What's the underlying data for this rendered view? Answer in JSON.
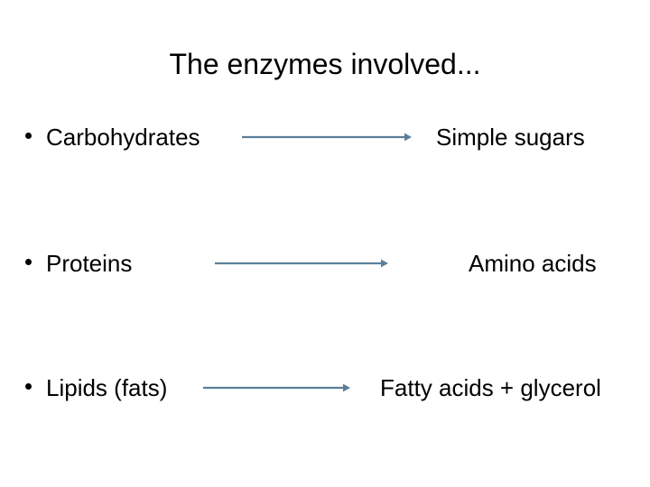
{
  "slide": {
    "title": "The enzymes involved...",
    "background_color": "#ffffff",
    "text_color": "#000000",
    "arrow_color": "#5b7f9b",
    "rows": [
      {
        "substrate": "Carbohydrates",
        "arrow": "arrow-right",
        "product": "Simple sugars"
      },
      {
        "substrate": "Proteins",
        "arrow": "arrow-right",
        "product": "Amino acids"
      },
      {
        "substrate": "Lipids (fats)",
        "arrow": "arrow-right",
        "product": "Fatty acids + glycerol"
      }
    ]
  }
}
